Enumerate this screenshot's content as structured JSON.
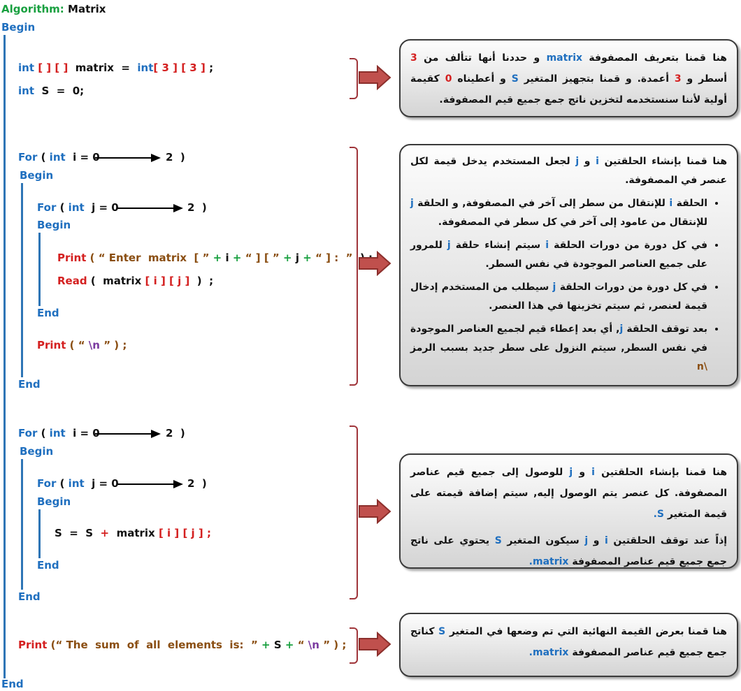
{
  "header": {
    "algorithm_label": "Algorithm:",
    "algorithm_name": "Matrix",
    "begin": "Begin",
    "end": "End"
  },
  "tokens": {
    "int": "int",
    "for": "For",
    "begin": "Begin",
    "end": "End",
    "print": "Print",
    "read": "Read",
    "matrix": "matrix",
    "brk2": "[ ] [ ]",
    "eq": "=",
    "b3": "[ 3 ]",
    "semi": ";",
    "s_decl": "S  =  0;",
    "for_paren": "(",
    "i0": "i = 0",
    "j0": "j = 0",
    "two": "2  )",
    "print_open": "( “",
    "enter_matrix": "Enter  matrix  [ ”",
    "plus": "+",
    "i": "i",
    "j": "j",
    "quote_close_open": "“ ] [ ”",
    "quote_close_colon": "“ ] :  ”",
    "close_semi": ") ;",
    "read_open": "(  matrix",
    "read_idx": "[ i ] [ j ]",
    "read_close": ")  ;",
    "print_n_open": "( “",
    "nl": "\\n",
    "print_n_close": "” ) ;",
    "s_eq": "S  =  S",
    "sum_idx": "[ i ] [ j ] ;",
    "final_open": "(“",
    "final_text": "The  sum  of  all  elements  is:  ”",
    "s": "S",
    "final_q": "“",
    "final_close": "” ) ;"
  },
  "boxes": {
    "b1": {
      "p1": "هنا قمنا بتعريف المصفوفة",
      "matrix": "matrix",
      "p2": "و حددنا أنها تتألف من",
      "three": "3",
      "p3": "أسطر و",
      "three2": "3",
      "p4": "أعمدة. و قمنا بتجهيز المتغير",
      "s": "S",
      "p5": "و أعطيناه",
      "zero": "0",
      "p6": "كقيمة أولية لأننا سنستخدمه لتخزين ناتج جمع جميع قيم المصفوفة."
    },
    "b2": {
      "intro_a": "هنا قمنا بإنشاء الحلقتين",
      "i": "i",
      "and": "و",
      "j": "j",
      "intro_b": "لجعل المستخدم يدخل قيمة لكل عنصر في المصفوفة.",
      "b1a": "الحلقة",
      "b1b": "للإنتقال من سطر إلى آخر في المصفوفة, و الحلقة",
      "b1c": "للإنتقال من عامود إلى آخر في كل سطر في المصفوفة.",
      "b2a": "في كل دورة من دورات الحلقة",
      "b2b": "سيتم إنشاء حلقة",
      "b2c": "للمرور على جميع العناصر الموجودة في نفس السطر.",
      "b3a": "في كل دورة من دورات الحلقة",
      "b3b": "سيطلب من المستخدم إدخال قيمة لعنصر, ثم سيتم تخزينها في هذا العنصر.",
      "b4a": "بعد توقف الحلقة",
      "b4j": "j",
      "b4b": ", أي بعد إعطاء قيم لجميع العناصر الموجودة في نفس السطر, سيتم النزول على سطر جديد بسبب الرمز",
      "b4n": "\\n"
    },
    "b3": {
      "p1": "هنا قمنا بإنشاء الحلقتين",
      "i": "i",
      "and": "و",
      "j": "j",
      "p2": "للوصول إلى جميع قيم عناصر المصفوفة. كل عنصر يتم الوصول إليه, سيتم إضافة قيمته على قيمة المتغير",
      "s": "S.",
      "p3": "إذاً عند توقف الحلقتين",
      "i2": "i",
      "and2": "و",
      "j2": "j",
      "p4": "سيكون المتغير",
      "s2": "S",
      "p5": "يحتوي على ناتج جمع جميع قيم عناصر المصفوفة",
      "matrix": "matrix."
    },
    "b4": {
      "p1": "هنا قمنا بعرض القيمة النهائية التي تم وضعها في المتغير",
      "s": "S",
      "p2": "كناتج جمع جميع قيم عناصر المصفوفة",
      "matrix": "matrix."
    }
  },
  "colors": {
    "keyword": "#1f6fbf",
    "red": "#d42020",
    "green": "#19a040",
    "brown": "#8a4e12",
    "purple": "#7a3aa0",
    "arrow": "#c0504d"
  }
}
